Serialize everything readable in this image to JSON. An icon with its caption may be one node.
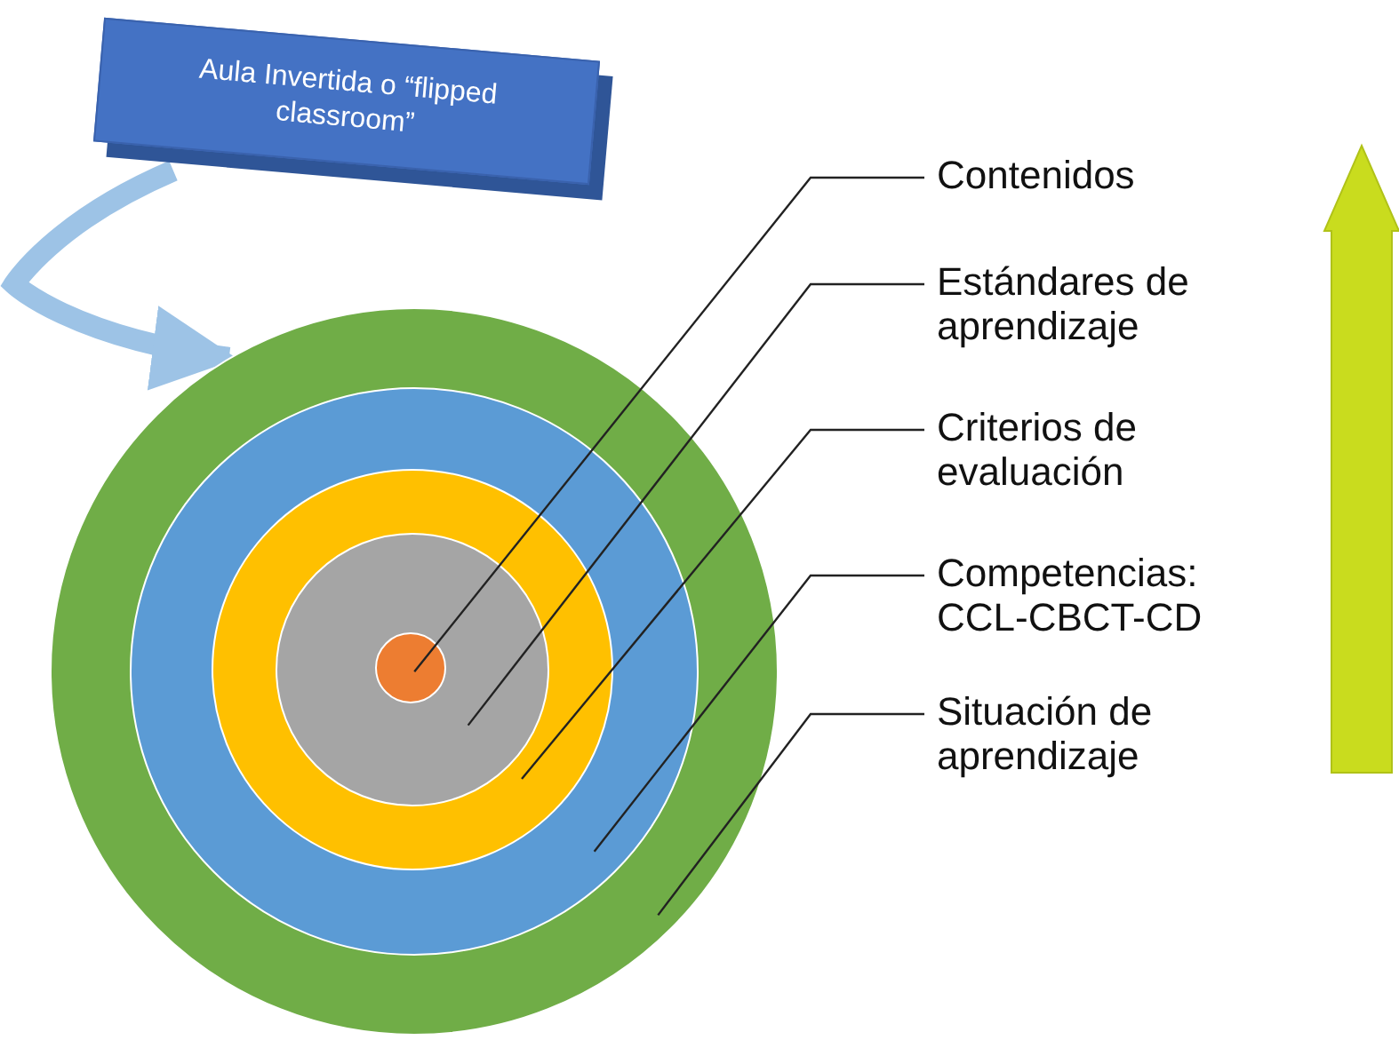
{
  "diagram": {
    "nodes": [
      {
        "text": [
          "Aula Invertida o “flipped classroom”"
        ]
      },
      {
        "text": [],
        "shape": "circle"
      },
      {
        "text": [],
        "shape": "circle",
        "in": 1
      },
      {
        "text": [],
        "shape": "circle",
        "in": 2
      },
      {
        "text": [],
        "shape": "circle",
        "in": 3
      },
      {
        "text": [],
        "shape": "circle",
        "in": 4
      },
      {
        "text": [
          "Contenidos"
        ]
      },
      {
        "text": [
          "Estándares de aprendizaje"
        ]
      },
      {
        "text": [
          "Criterios de evaluación"
        ]
      },
      {
        "text": [
          "Competencias: CCL-CBCT-CD"
        ]
      },
      {
        "text": [
          "Situación de aprendizaje"
        ]
      }
    ],
    "edges": [
      {
        "from": 0,
        "to": 1,
        "arrow": "to",
        "style": "thick",
        "color": "#9dc3e6"
      },
      {
        "from": 6,
        "to": 5,
        "arrow": "none"
      },
      {
        "from": 7,
        "to": 4,
        "arrow": "none"
      },
      {
        "from": 8,
        "to": 3,
        "arrow": "none"
      },
      {
        "from": 9,
        "to": 2,
        "arrow": "none"
      },
      {
        "from": 10,
        "to": 1,
        "arrow": "none"
      }
    ]
  }
}
